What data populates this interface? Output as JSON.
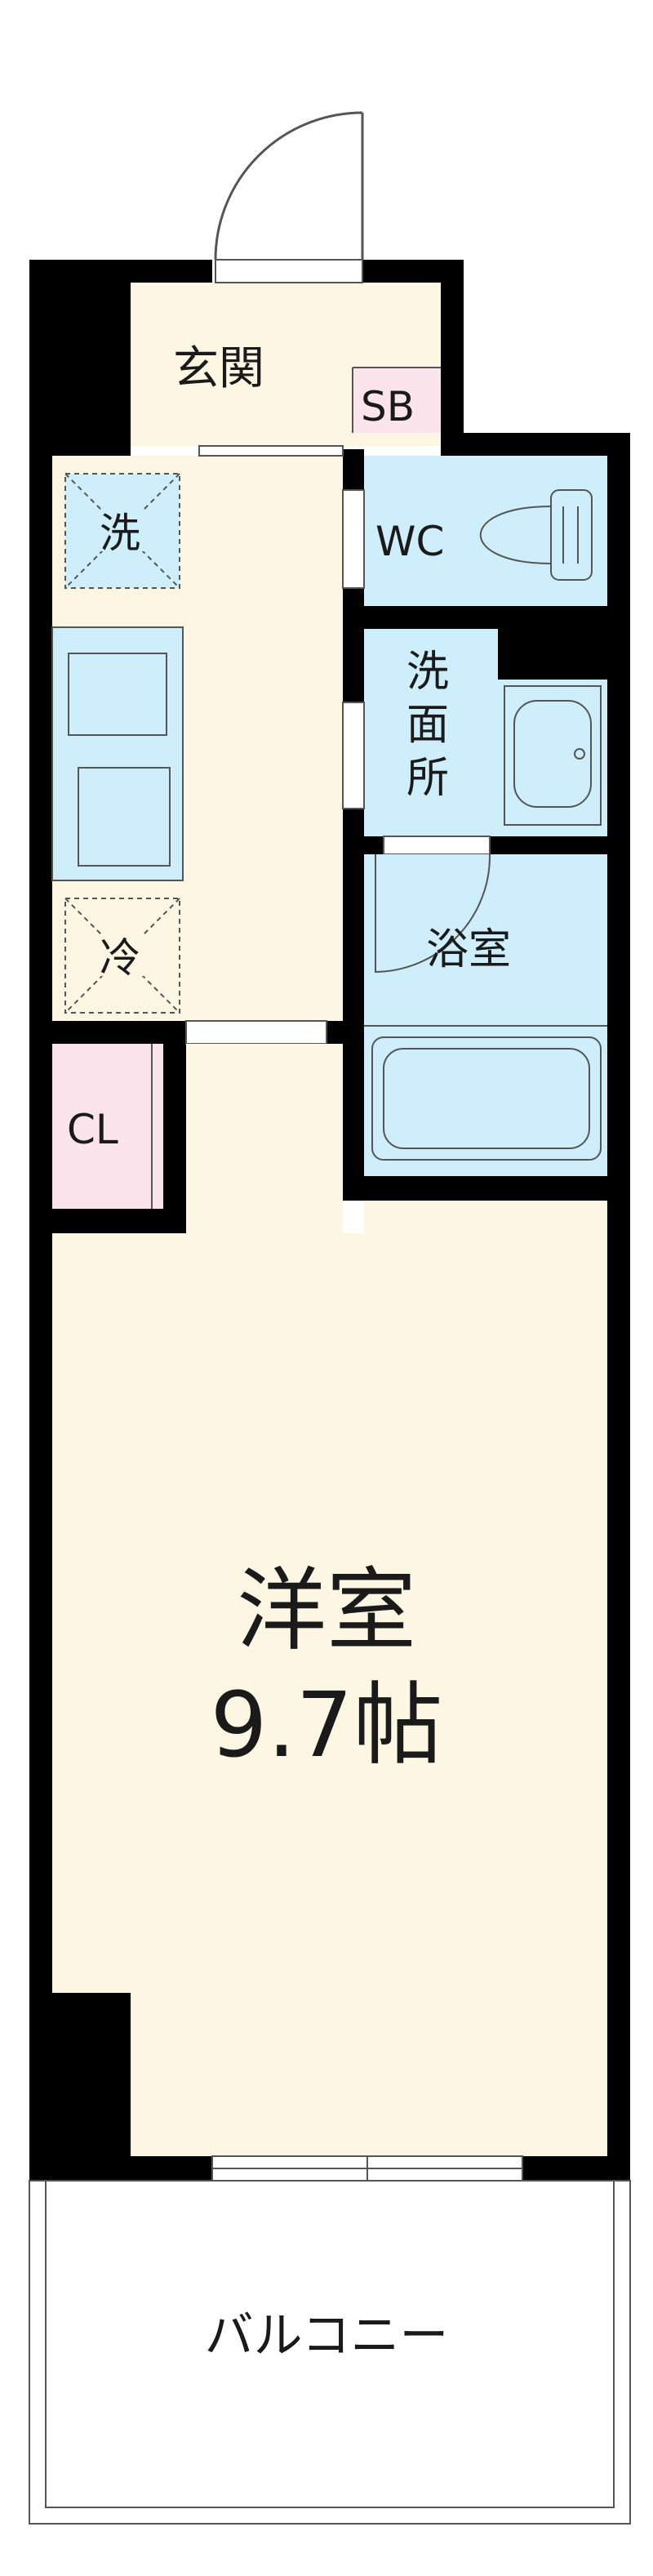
{
  "floorplan": {
    "rooms": {
      "entrance": {
        "label": "玄関"
      },
      "shoe_box": {
        "label": "SB"
      },
      "washer": {
        "label": "洗"
      },
      "wc": {
        "label": "WC"
      },
      "washroom": {
        "lines": [
          "洗",
          "面",
          "所"
        ]
      },
      "fridge": {
        "label": "冷"
      },
      "bath": {
        "label": "浴室"
      },
      "closet": {
        "label": "CL"
      },
      "western_room": {
        "label": "洋室",
        "size": "9.7帖"
      },
      "balcony": {
        "label": "バルコニー"
      }
    },
    "colors": {
      "floor": "#fdf6e3",
      "wet_area": "#cdeefa",
      "storage": "#fbe4ec",
      "wall": "#000000",
      "fixture_line": "#555555"
    }
  }
}
